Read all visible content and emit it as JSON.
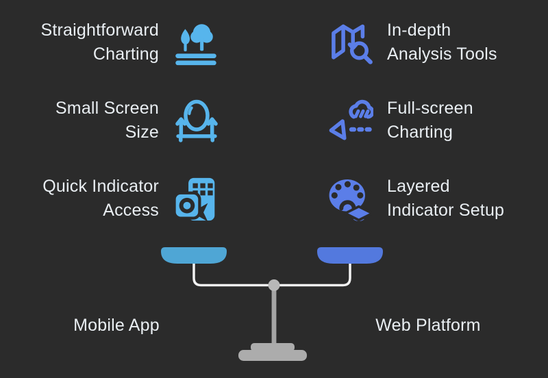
{
  "page": {
    "background_color": "#2b2b2b",
    "text_color": "#e9eef2"
  },
  "comparison": {
    "left": {
      "label": "Mobile App",
      "accent_color": "#57b5ec",
      "pan_color": "#4fa6d5",
      "items": [
        {
          "line1": "Straightforward",
          "line2": "Charting",
          "icon": "trees-icon"
        },
        {
          "line1": "Small Screen",
          "line2": "Size",
          "icon": "mirror-icon"
        },
        {
          "line1": "Quick Indicator",
          "line2": "Access",
          "icon": "camera-grid-icon"
        }
      ]
    },
    "right": {
      "label": "Web Platform",
      "accent_color": "#5b7ee8",
      "pan_color": "#5379de",
      "items": [
        {
          "line1": "In-depth",
          "line2": "Analysis Tools",
          "icon": "map-search-icon"
        },
        {
          "line1": "Full-screen",
          "line2": "Charting",
          "icon": "cloud-forecast-icon"
        },
        {
          "line1": "Layered",
          "line2": "Indicator Setup",
          "icon": "palette-education-icon"
        }
      ]
    },
    "scale": {
      "beam_color": "#f2f2f2",
      "pivot_color": "#b8b8b8",
      "pole_color": "#a5a5a5",
      "base_color": "#acacac"
    }
  }
}
